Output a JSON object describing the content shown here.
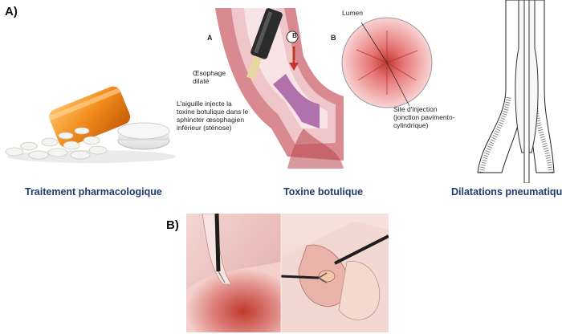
{
  "panel_a": {
    "label": "A)",
    "captions": {
      "pharmacologic": "Traitement pharmacologique",
      "botulinum": "Toxine botulique",
      "dilatation": "Dilatations pneumatiques"
    },
    "toxin_figure": {
      "sublabel_a": "A",
      "sublabel_b": "B",
      "marker_b": "B",
      "esophagus_label": [
        "Œsophage",
        "dilaté"
      ],
      "needle_label": [
        "L'aiguille injecte la",
        "toxine botulique dans le",
        "sphincter œsophagien",
        "inférieur (sténose)"
      ],
      "lumen_label": "Lumen",
      "site_label": [
        "Site d'injection",
        "(jonction pavimento-",
        "cylindrique)"
      ]
    }
  },
  "panel_b": {
    "label": "B)"
  },
  "colors": {
    "caption_blue": "#1f3a6e",
    "pill_orange": "#f08a1a",
    "tissue_pink": "#d98a90",
    "lumen_red": "#c0392b"
  }
}
